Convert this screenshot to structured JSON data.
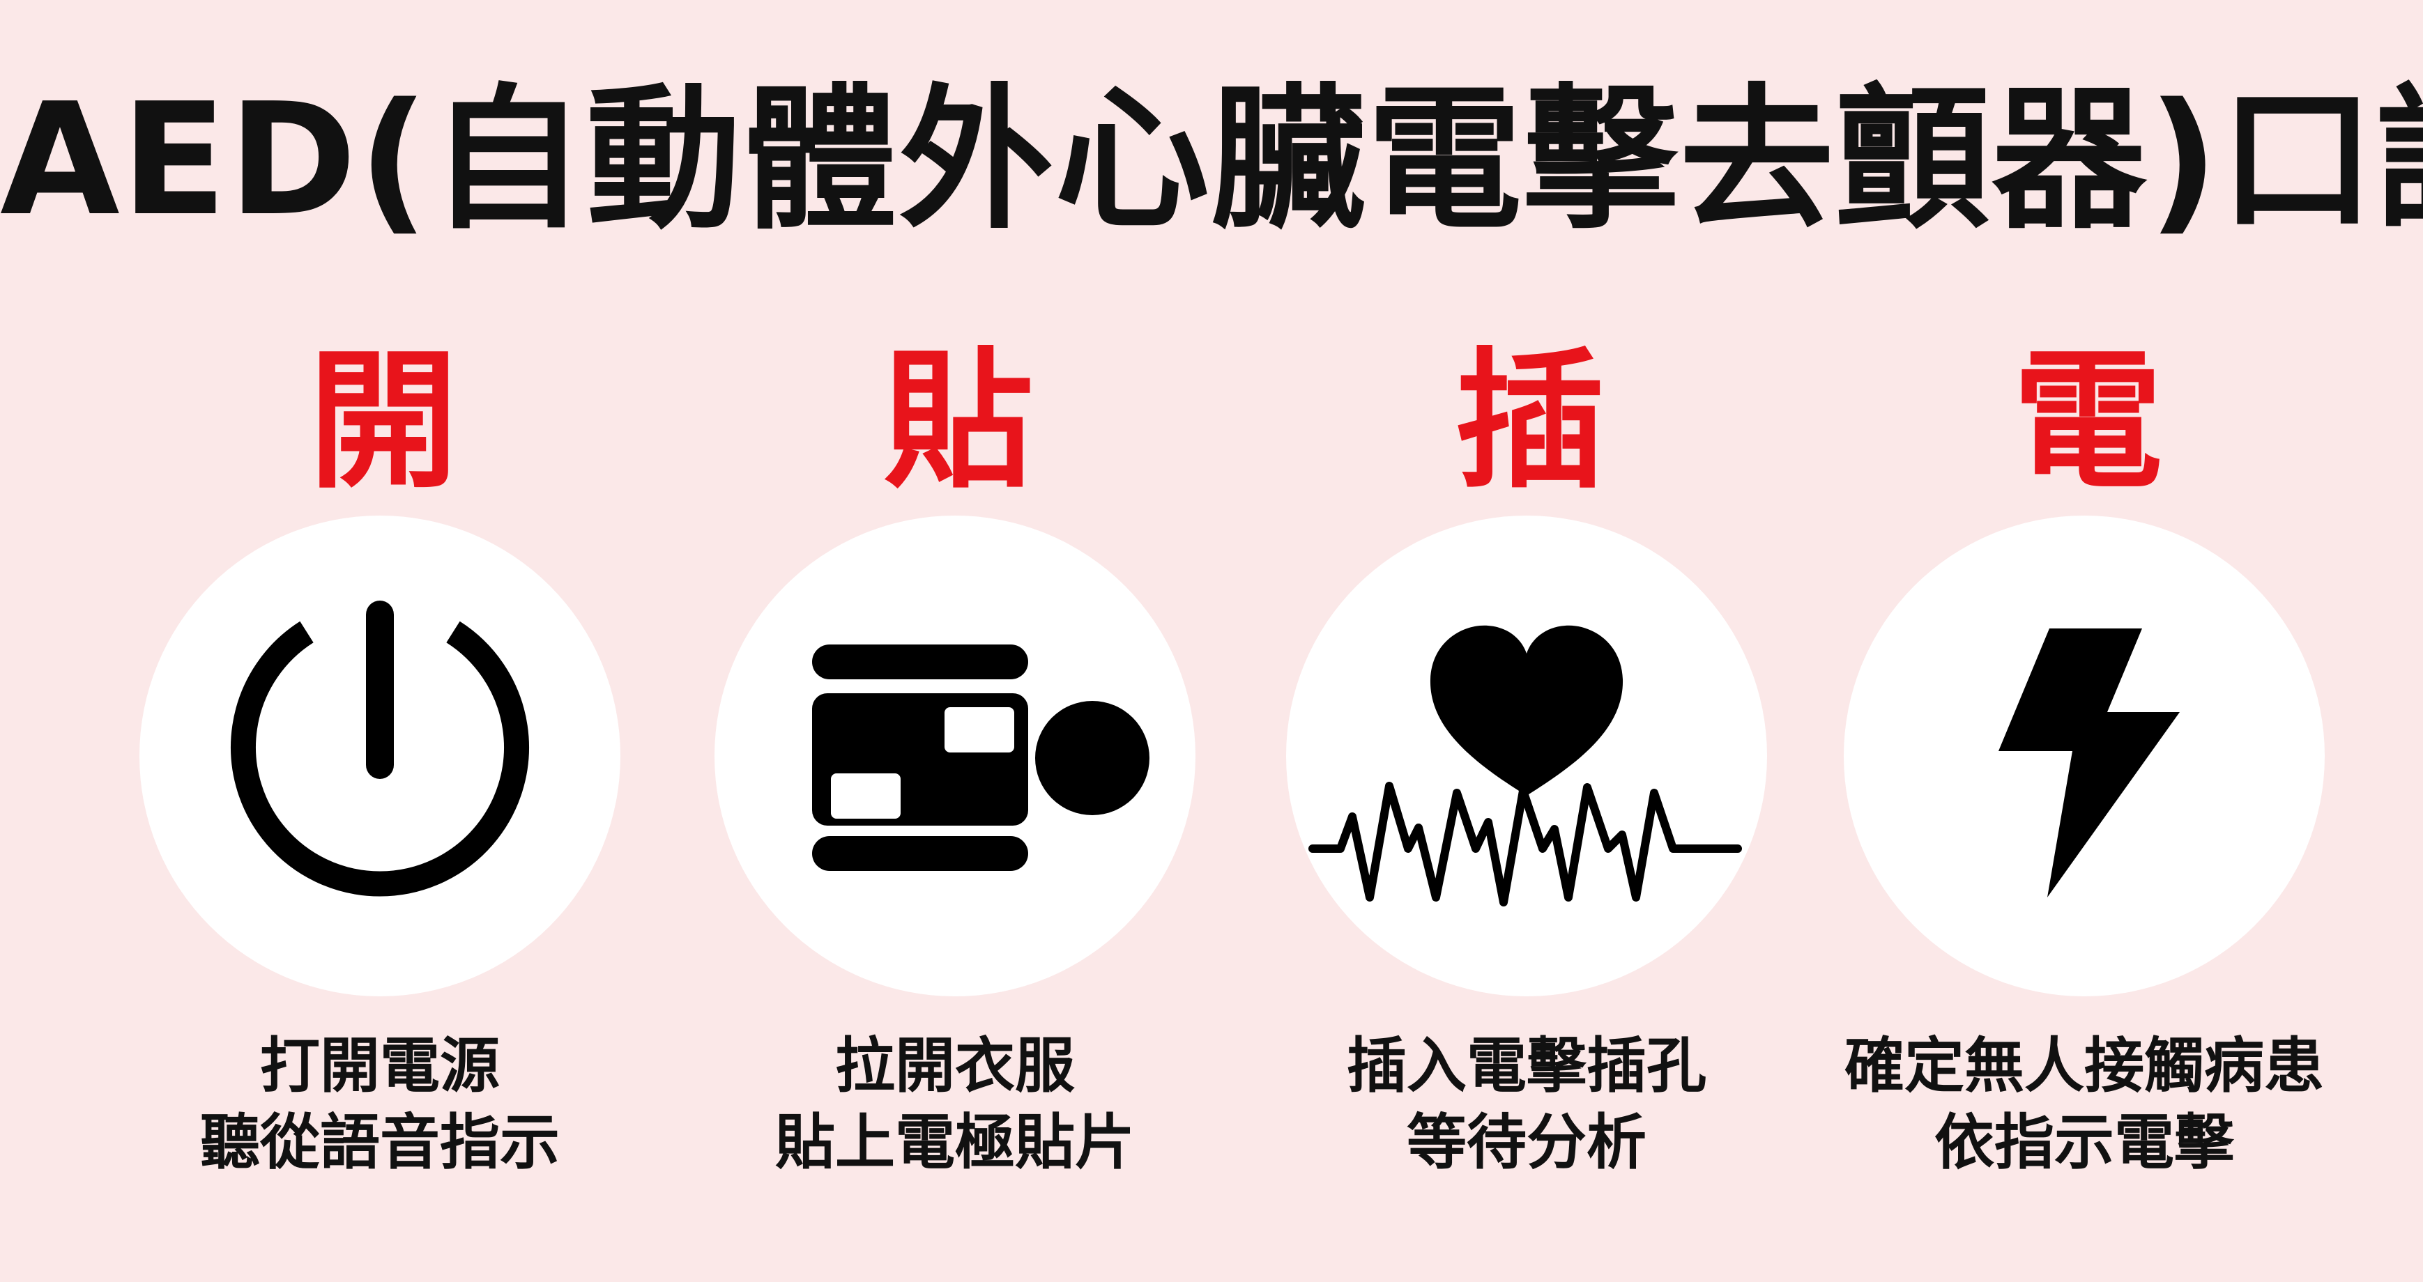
{
  "title": "AED(自動體外心臟電擊去顫器)口訣",
  "colors": {
    "background": "#fbe8e8",
    "accent": "#e8141b",
    "text": "#111111",
    "circle": "#ffffff",
    "icon": "#000000"
  },
  "steps": [
    {
      "label": "開",
      "icon": "power-icon",
      "desc_line1": "打開電源",
      "desc_line2": "聽從語音指示"
    },
    {
      "label": "貼",
      "icon": "electrode-pads-icon",
      "desc_line1": "拉開衣服",
      "desc_line2": "貼上電極貼片"
    },
    {
      "label": "插",
      "icon": "heart-rhythm-icon",
      "desc_line1": "插入電擊插孔",
      "desc_line2": "等待分析"
    },
    {
      "label": "電",
      "icon": "lightning-bolt-icon",
      "desc_line1": "確定無人接觸病患",
      "desc_line2": "依指示電擊"
    }
  ]
}
